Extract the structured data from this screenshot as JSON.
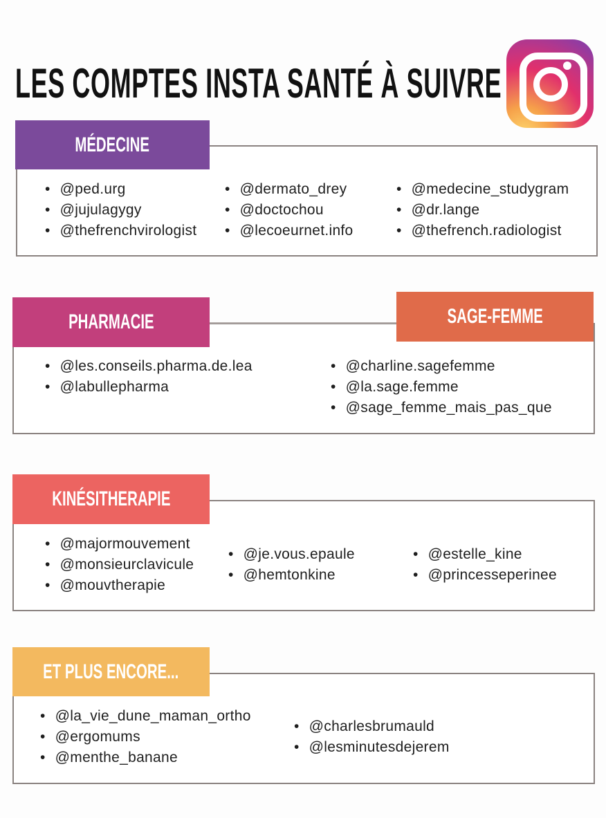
{
  "title": "LES COMPTES  INSTA SANTÉ À SUIVRE",
  "logo": {
    "icon": "instagram-icon"
  },
  "colors": {
    "medecine": "#7b4a9b",
    "pharmacie": "#c23f7c",
    "sage_femme": "#e06b4a",
    "kine": "#ec6461",
    "plus": "#f3b95f"
  },
  "sections": {
    "medecine": {
      "label": "MÉDECINE",
      "columns": [
        [
          "@ped.urg",
          "@jujulagygy",
          "@thefrenchvirologist"
        ],
        [
          "@dermato_drey",
          "@doctochou",
          "@lecoeurnet.info"
        ],
        [
          "@medecine_studygram",
          "@dr.lange",
          "@thefrench.radiologist"
        ]
      ]
    },
    "pharmacie": {
      "label": "PHARMACIE",
      "columns": [
        [
          "@les.conseils.pharma.de.lea",
          "@labullepharma"
        ]
      ]
    },
    "sage_femme": {
      "label": "SAGE-FEMME",
      "columns": [
        [
          "@charline.sagefemme",
          "@la.sage.femme",
          "@sage_femme_mais_pas_que"
        ]
      ]
    },
    "kine": {
      "label": "KINÉSITHERAPIE",
      "columns": [
        [
          "@majormouvement",
          "@monsieurclavicule",
          "@mouvtherapie"
        ],
        [
          "@je.vous.epaule",
          "@hemtonkine"
        ],
        [
          "@estelle_kine",
          "@princesseperinee"
        ]
      ]
    },
    "plus": {
      "label": "ET PLUS ENCORE...",
      "columns": [
        [
          "@la_vie_dune_maman_ortho",
          "@ergomums",
          "@menthe_banane"
        ],
        [
          "@charlesbrumauld",
          "@lesminutesdejerem"
        ]
      ]
    }
  }
}
